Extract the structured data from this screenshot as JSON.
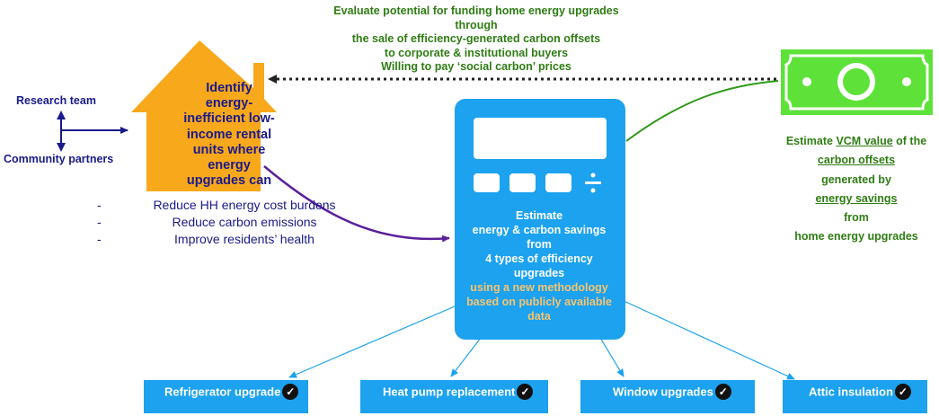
{
  "top_text": {
    "lines": [
      "Evaluate potential for funding home energy upgrades",
      "through",
      "the sale of efficiency-generated carbon offsets",
      "to corporate & institutional buyers",
      "Willing to pay ‘social carbon’ prices"
    ]
  },
  "left": {
    "research_team": "Research team",
    "community_partners": "Community partners"
  },
  "house": {
    "lines": [
      "Identify",
      "energy-",
      "inefficient low-",
      "income rental",
      "units where",
      "energy",
      "upgrades can"
    ]
  },
  "bullets": [
    {
      "dash": "-",
      "text": "Reduce HH energy cost burdens"
    },
    {
      "dash": "-",
      "text": "Reduce carbon emissions"
    },
    {
      "dash": "-",
      "text": "Improve residents’ health"
    }
  ],
  "calculator": {
    "divide_symbol": "÷",
    "lines": [
      "Estimate",
      "energy & carbon savings",
      "from",
      "4 types of efficiency",
      "upgrades"
    ],
    "highlight_lines": [
      "using a new methodology",
      "based on publicly available",
      "data"
    ]
  },
  "right": {
    "line1_prefix": "Estimate ",
    "line1_underlined": "VCM value",
    "line1_suffix": " of the",
    "line2_underlined": "carbon offsets",
    "line3": "generated by",
    "line4_underlined": "energy savings",
    "line5": "from",
    "line6": "home energy upgrades"
  },
  "upgrades": [
    {
      "label": "Refrigerator upgrade"
    },
    {
      "label": "Heat pump replacement"
    },
    {
      "label": "Window upgrades"
    },
    {
      "label": "Attic insulation"
    }
  ],
  "colors": {
    "green_text": "#2f7d14",
    "navy_text": "#1a1a8c",
    "house": "#f8a81b",
    "calculator": "#1ca2ef",
    "money": "#5ee23a",
    "purple_arrow": "#5b1f9a",
    "highlight_orange": "#f7c46c"
  }
}
